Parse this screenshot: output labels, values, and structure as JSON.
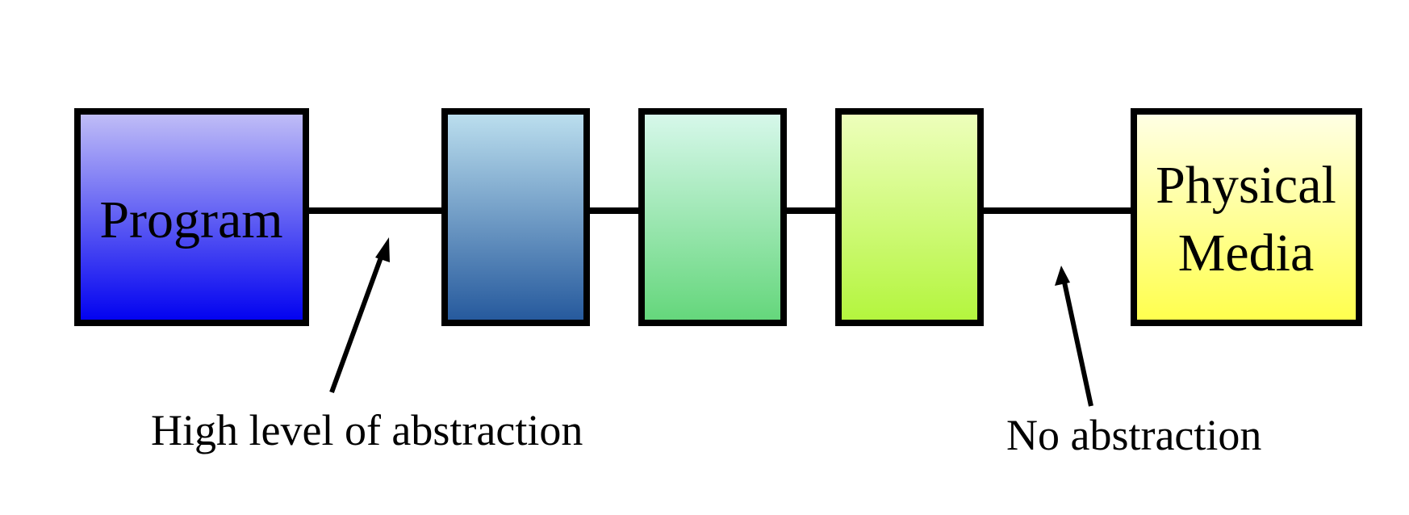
{
  "diagram": {
    "boxes": [
      {
        "id": "program",
        "lines": [
          "Program"
        ],
        "gradient": [
          "#c2bff7",
          "#0000f0"
        ]
      },
      {
        "id": "layer-1",
        "lines": [],
        "gradient": [
          "#bde0ef",
          "#24589c"
        ]
      },
      {
        "id": "layer-2",
        "lines": [],
        "gradient": [
          "#d8f8ec",
          "#63d67a"
        ]
      },
      {
        "id": "layer-3",
        "lines": [],
        "gradient": [
          "#eeffbd",
          "#b3f53c"
        ]
      },
      {
        "id": "physical-media",
        "lines": [
          "Physical",
          "Media"
        ],
        "gradient": [
          "#ffffe6",
          "#ffff4c"
        ]
      }
    ],
    "annotations": {
      "high": "High level of abstraction",
      "none": "No abstraction"
    },
    "stroke_color": "#000000"
  }
}
